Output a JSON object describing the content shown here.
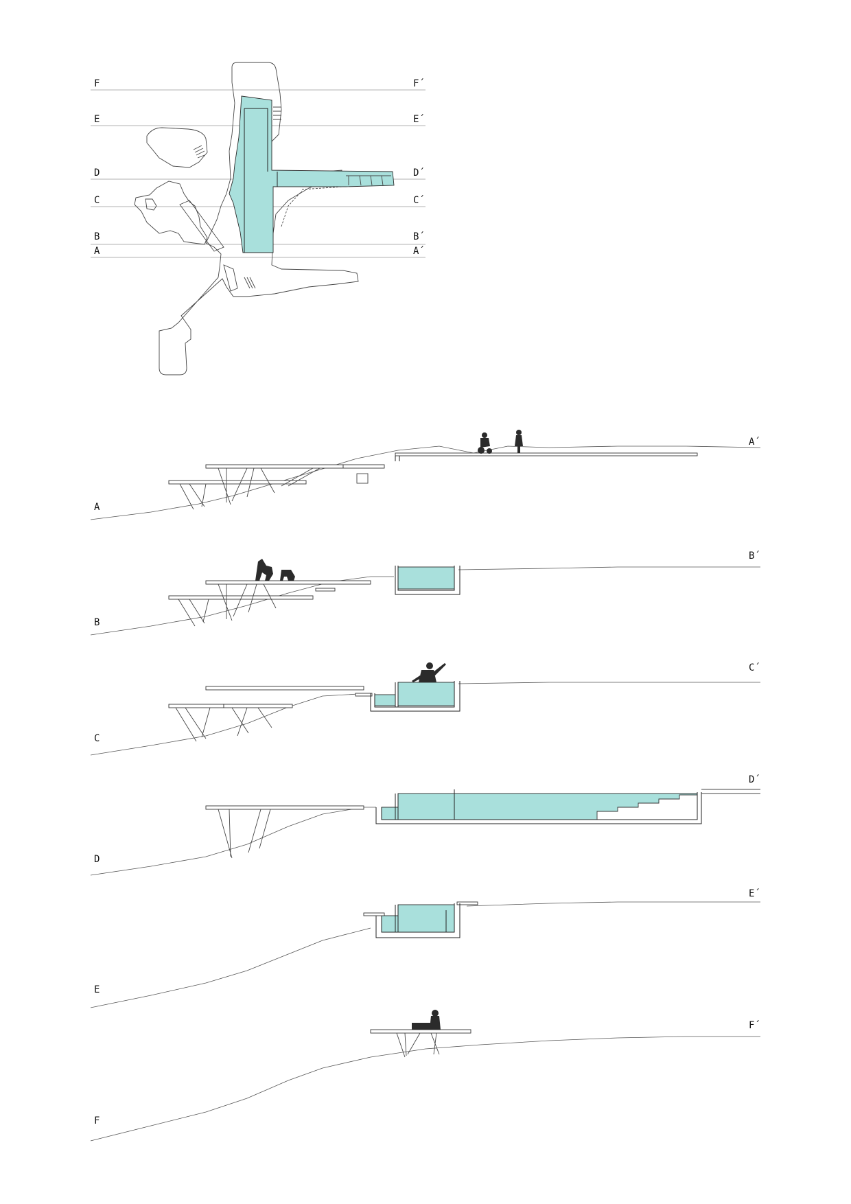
{
  "plan": {
    "section_lines": [
      {
        "start": "F",
        "end": "F´"
      },
      {
        "start": "E",
        "end": "E´"
      },
      {
        "start": "D",
        "end": "D´"
      },
      {
        "start": "C",
        "end": "C´"
      },
      {
        "start": "B",
        "end": "B´"
      },
      {
        "start": "A",
        "end": "A´"
      }
    ]
  },
  "sections": {
    "a": {
      "start": "A",
      "end": "A´"
    },
    "b": {
      "start": "B",
      "end": "B´"
    },
    "c": {
      "start": "C",
      "end": "C´"
    },
    "d": {
      "start": "D",
      "end": "D´"
    },
    "e": {
      "start": "E",
      "end": "E´"
    },
    "f": {
      "start": "F",
      "end": "F´"
    }
  },
  "colors": {
    "water": "#a9e0dc",
    "line": "#333333",
    "silhouette": "#2b2b2b"
  }
}
